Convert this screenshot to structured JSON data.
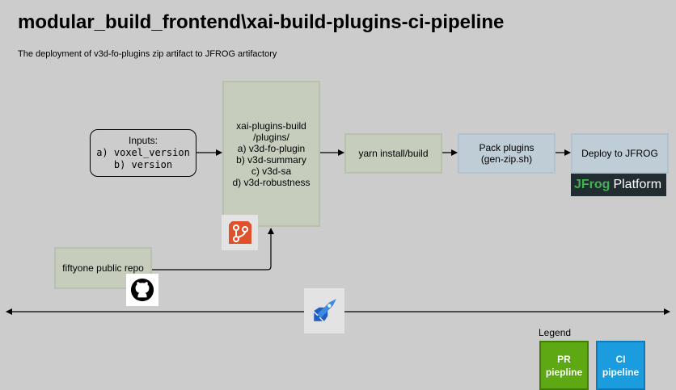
{
  "title": "modular_build_frontend\\xai-build-plugins-ci-pipeline",
  "subtitle": "The deployment of v3d-fo-plugins zip artifact to JFROG artifactory",
  "inputs": {
    "heading": "Inputs:",
    "line1": "a) voxel_version",
    "line2": "b) version"
  },
  "build": {
    "lines": [
      "xai-plugins-build",
      "/plugins/",
      "a) v3d-fo-plugin",
      "b) v3d-summary",
      "c) v3d-sa",
      "d) v3d-robustness"
    ]
  },
  "yarn": "yarn install/build",
  "pack": {
    "line1": "Pack plugins",
    "line2": "(gen-zip.sh)"
  },
  "deploy": "Deploy to JFROG",
  "fiftyone": "fiftyone public repo",
  "jfrog_logo": {
    "brand": "JFrog",
    "product": "Platform"
  },
  "legend": {
    "label": "Legend",
    "pr": {
      "line1": "PR",
      "line2": "piepline",
      "color": "#5ea814"
    },
    "ci": {
      "line1": "CI",
      "line2": "pipeline",
      "color": "#1a9cde"
    }
  },
  "icons": [
    "azure-repos-icon",
    "github-icon",
    "azure-pipelines-icon"
  ]
}
